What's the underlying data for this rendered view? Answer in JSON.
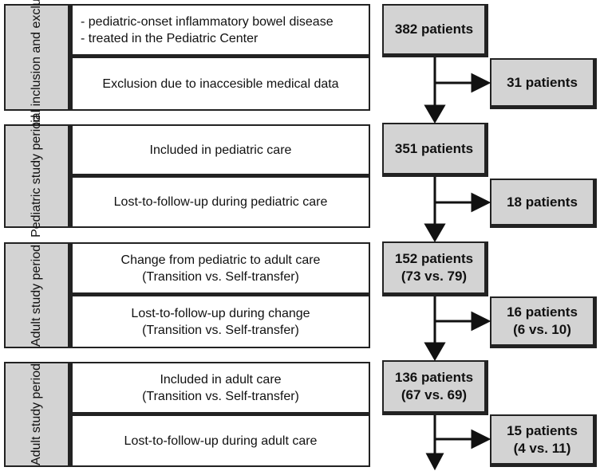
{
  "sections": [
    {
      "phase_label": "Initial\ninclusion and\nexclusion",
      "criteria_top": "- pediatric-onset inflammatory bowel disease\n- treated in the Pediatric Center",
      "criteria_bottom": "Exclusion due to inaccesible medical data",
      "main_count": "382 patients",
      "excluded_count": "31 patients"
    },
    {
      "phase_label": "Pediatric\nstudy period",
      "criteria_top": "Included in pediatric care",
      "criteria_bottom": "Lost-to-follow-up during pediatric care",
      "main_count": "351 patients",
      "excluded_count": "18 patients"
    },
    {
      "phase_label": "Adult study\nperiod",
      "criteria_top": "Change from pediatric to adult care\n(Transition vs. Self-transfer)",
      "criteria_bottom": "Lost-to-follow-up during change\n(Transition vs. Self-transfer)",
      "main_count": "152 patients\n(73 vs. 79)",
      "excluded_count": "16 patients\n(6 vs. 10)"
    },
    {
      "phase_label": "Adult study\nperiod",
      "criteria_top": "Included in adult care\n(Transition vs. Self-transfer)",
      "criteria_bottom": "Lost-to-follow-up during adult care",
      "main_count": "136 patients\n(67 vs. 69)",
      "excluded_count": "15 patients\n(4 vs. 11)"
    }
  ]
}
